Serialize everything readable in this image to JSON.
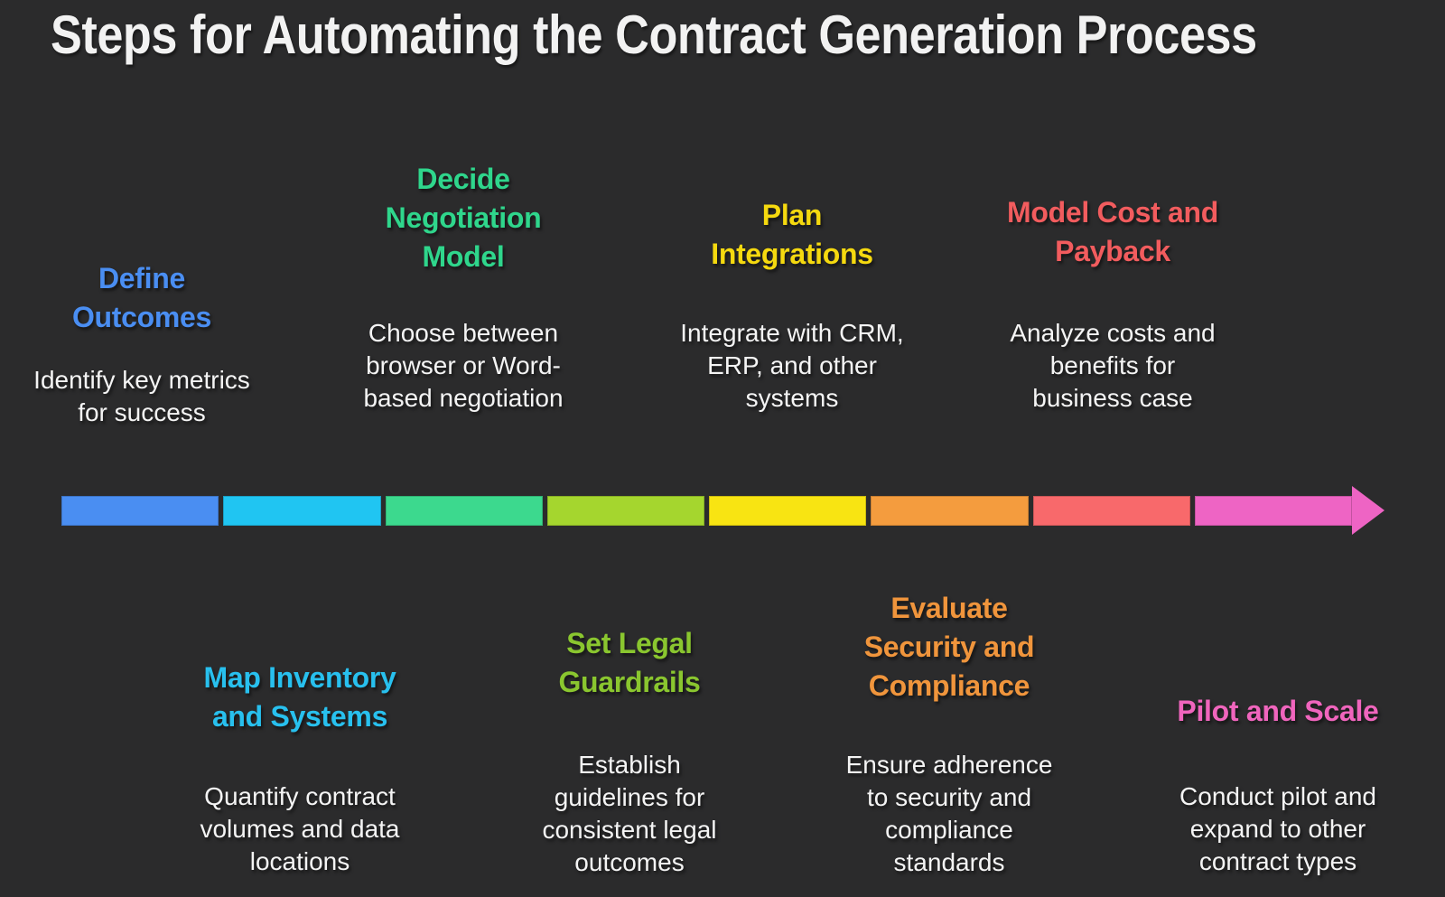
{
  "title": "Steps for Automating the Contract Generation Process",
  "steps": [
    {
      "order": 1,
      "position": "top",
      "name": "Define\nOutcomes",
      "description": "Identify key metrics\nfor success",
      "color": "#4a8ef2"
    },
    {
      "order": 2,
      "position": "bottom",
      "name": "Map Inventory\nand Systems",
      "description": "Quantify contract\nvolumes and data\nlocations",
      "color": "#28c0ee"
    },
    {
      "order": 3,
      "position": "top",
      "name": "Decide\nNegotiation\nModel",
      "description": "Choose between\nbrowser or Word-\nbased negotiation",
      "color": "#2fd68c"
    },
    {
      "order": 4,
      "position": "bottom",
      "name": "Set Legal\nGuardrails",
      "description": "Establish\nguidelines for\nconsistent legal\noutcomes",
      "color": "#8ac62f"
    },
    {
      "order": 5,
      "position": "top",
      "name": "Plan\nIntegrations",
      "description": "Integrate with CRM,\nERP, and other\nsystems",
      "color": "#f5d90f"
    },
    {
      "order": 6,
      "position": "bottom",
      "name": "Evaluate\nSecurity and\nCompliance",
      "description": "Ensure adherence\nto security and\ncompliance\nstandards",
      "color": "#f0953c"
    },
    {
      "order": 7,
      "position": "top",
      "name": "Model Cost and\nPayback",
      "description": "Analyze costs and\nbenefits for\nbusiness case",
      "color": "#f25c5e"
    },
    {
      "order": 8,
      "position": "bottom",
      "name": "Pilot and Scale",
      "description": "Conduct pilot and\nexpand to other\ncontract types",
      "color": "#f065bd"
    }
  ],
  "timeline": {
    "segment_colors": [
      "#4a8ef2",
      "#20c5f2",
      "#3cd98e",
      "#a5d62e",
      "#f8e412",
      "#f49c3e",
      "#f8696b",
      "#ee64c4"
    ],
    "arrow_color": "#ee64c4"
  },
  "colors": {
    "background": "#2b2b2c",
    "title_text": "#f2f2f2",
    "body_text": "#f4f4f4"
  }
}
